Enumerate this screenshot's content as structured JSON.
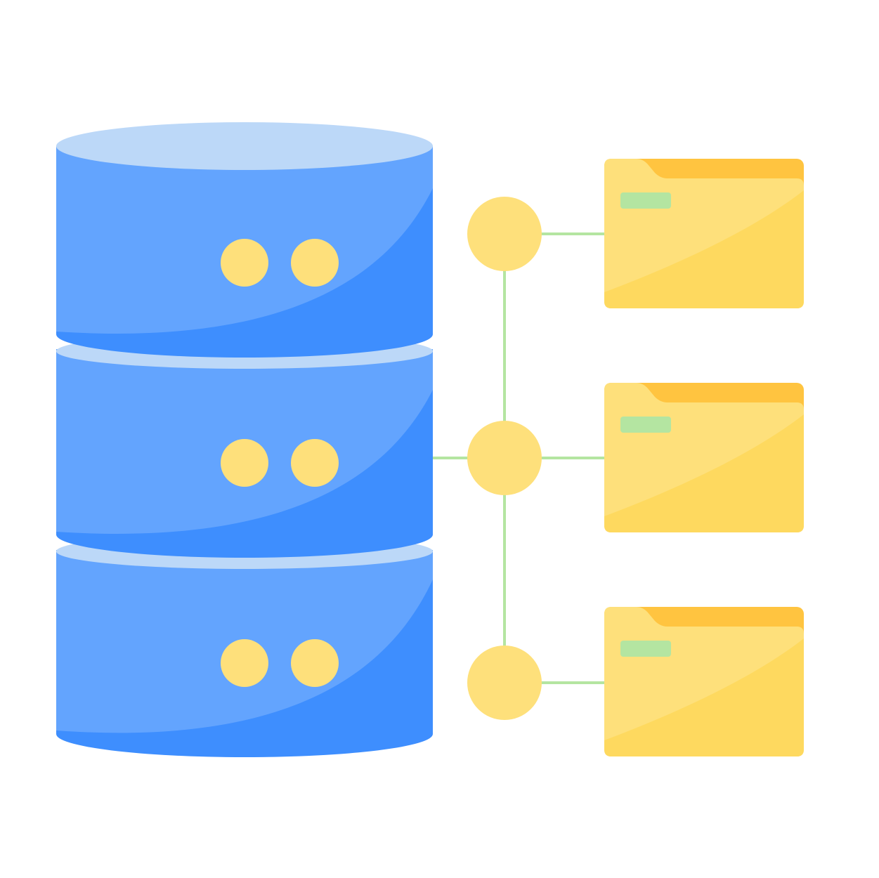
{
  "colors": {
    "background": "#ffffff",
    "db_light": "#bcd8f8",
    "db_body": "#63a4fe",
    "db_shade": "#3e8efe",
    "indicator": "#fee07b",
    "connector_line": "#b4e5a1",
    "node": "#fee07b",
    "folder_tab": "#ffc440",
    "folder_front": "#fee07b",
    "folder_shade": "#fed95f",
    "folder_label": "#b4e5a1"
  },
  "icons": {
    "database": "database-icon",
    "folder": "folder-icon",
    "node": "network-node-icon"
  },
  "database": {
    "tiers": 3,
    "indicators_per_tier": 2
  },
  "network": {
    "nodes": 3,
    "folders": 3
  }
}
